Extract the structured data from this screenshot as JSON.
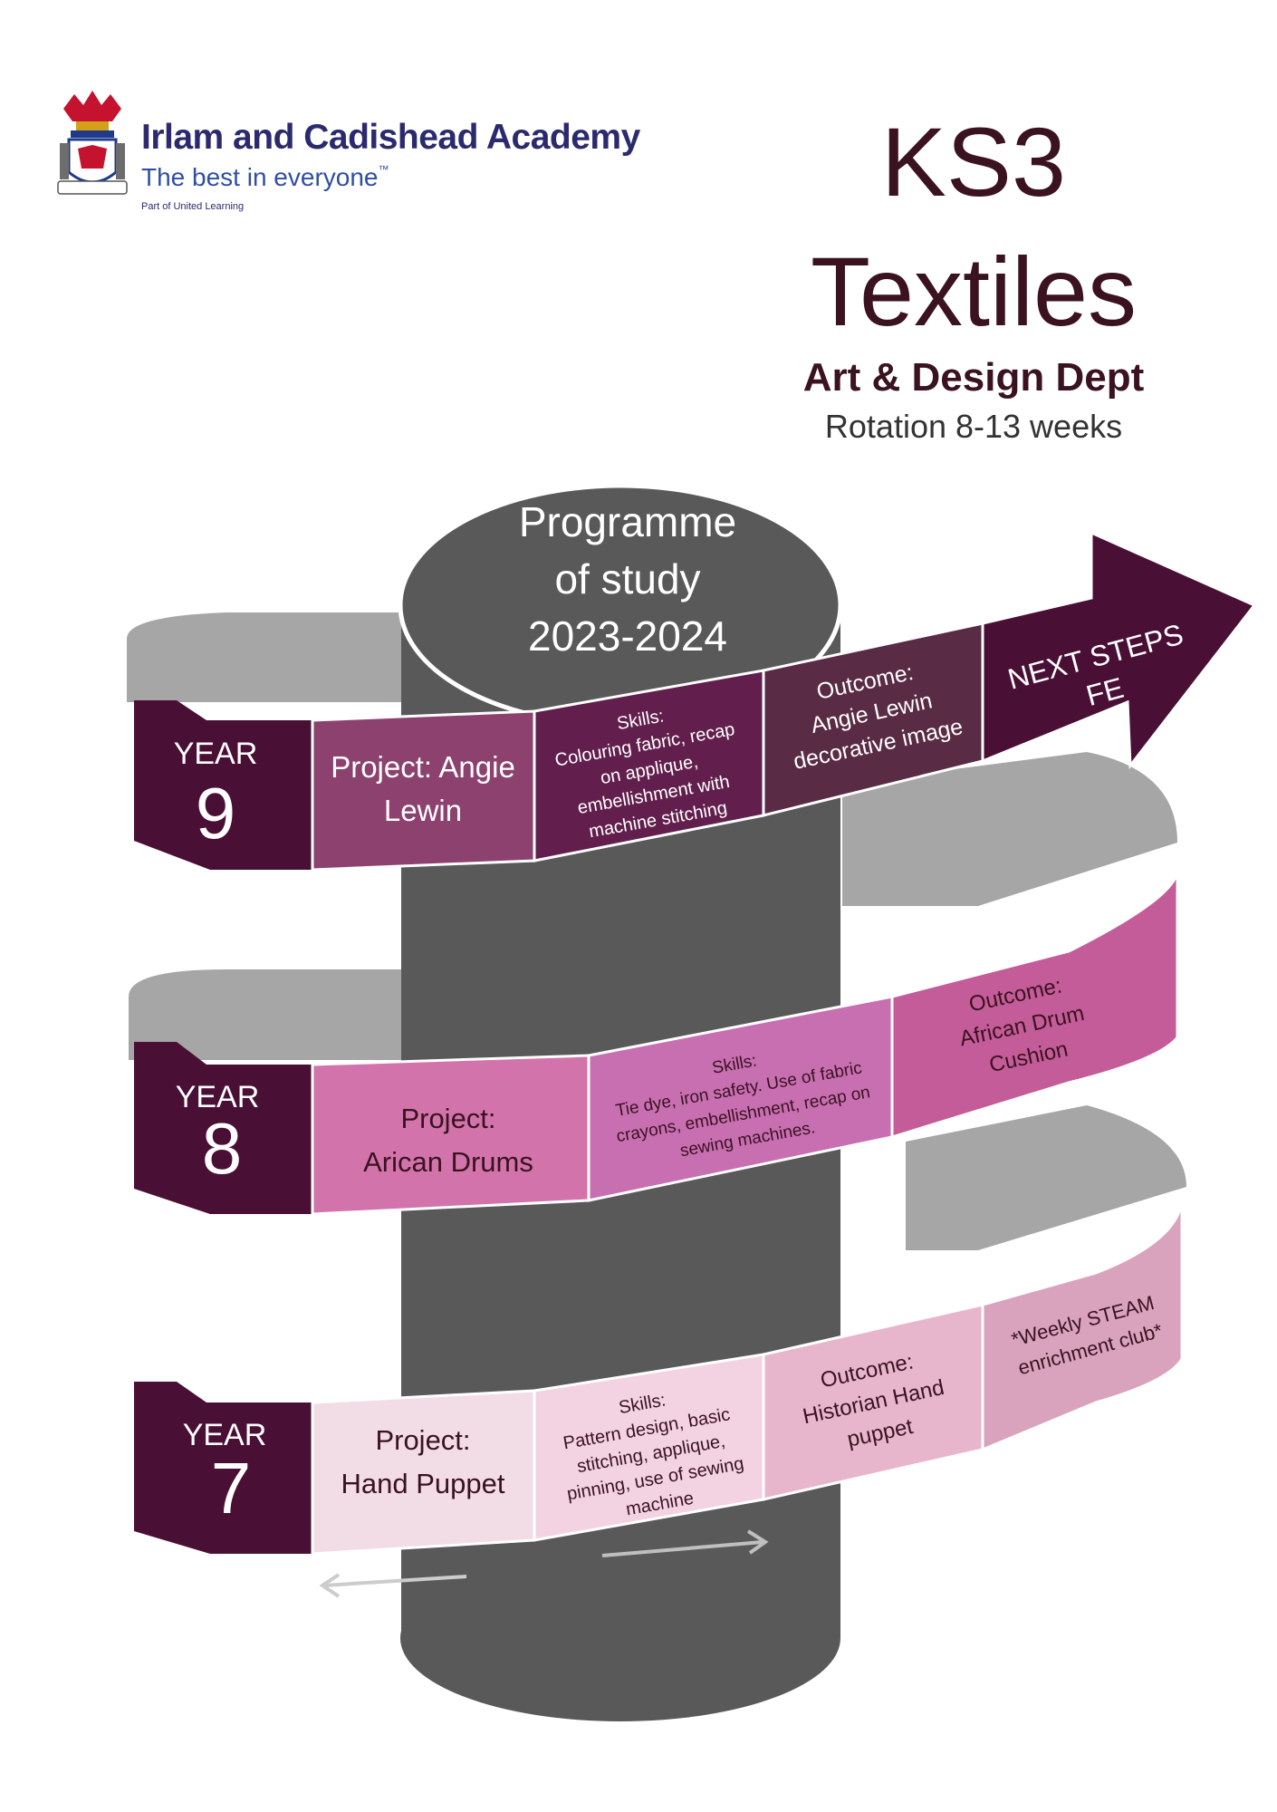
{
  "header": {
    "school_name": "Irlam and Cadishead Academy",
    "tagline": "The best in everyone",
    "tagline_mark": "™",
    "part_of": "Part of United Learning"
  },
  "title": {
    "main": "KS3",
    "subject": "Textiles",
    "department": "Art & Design Dept",
    "rotation": "Rotation 8-13 weeks"
  },
  "pillar": {
    "heading_lines": [
      "Programme",
      "of study",
      "2023-2024"
    ]
  },
  "years": [
    {
      "year_label": "YEAR",
      "year_number": "9",
      "project_lines": [
        "Project: Angie",
        "Lewin"
      ],
      "skills_lines": [
        "Skills:",
        "Colouring fabric, recap",
        "on applique,",
        "embellishment with",
        "machine stitching"
      ],
      "outcome_lines": [
        "Outcome:",
        "Angie Lewin",
        "decorative image"
      ],
      "extra_lines": [
        "NEXT STEPS",
        "FE"
      ]
    },
    {
      "year_label": "YEAR",
      "year_number": "8",
      "project_lines": [
        "Project:",
        "Arican Drums"
      ],
      "skills_lines": [
        "Skills:",
        "Tie dye, iron safety. Use of fabric",
        "crayons, embellishment, recap on",
        "sewing machines."
      ],
      "outcome_lines": [
        "Outcome:",
        "African Drum",
        "Cushion"
      ]
    },
    {
      "year_label": "YEAR",
      "year_number": "7",
      "project_lines": [
        "Project:",
        "Hand Puppet"
      ],
      "skills_lines": [
        "Skills:",
        "Pattern design, basic",
        "stitching, applique,",
        "pinning, use of sewing",
        "machine"
      ],
      "outcome_lines": [
        "Outcome:",
        "Historian Hand",
        "puppet"
      ],
      "extra_lines": [
        "*Weekly STEAM",
        "enrichment club*"
      ]
    }
  ],
  "colors": {
    "dark_plum": "#4a0f35",
    "pillar_grey": "#595959",
    "band_back_grey": "#a6a6a6",
    "title_text": "#3a1220",
    "school_blue": "#2b2a6e"
  }
}
